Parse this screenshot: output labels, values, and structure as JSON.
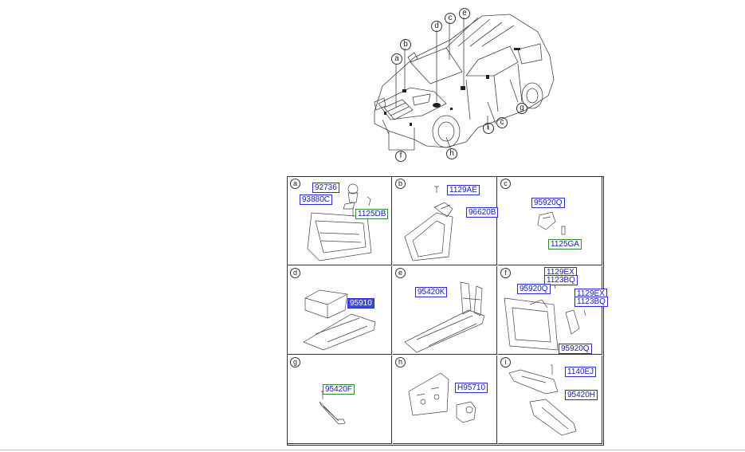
{
  "callouts": [
    "a",
    "b",
    "c",
    "d",
    "e",
    "f",
    "g",
    "h",
    "i",
    "c"
  ],
  "cells": [
    {
      "letter": "a",
      "parts": [
        {
          "code": "92736"
        },
        {
          "code": "93880C"
        },
        {
          "code": "1125DB"
        }
      ]
    },
    {
      "letter": "b",
      "parts": [
        {
          "code": "1129AE"
        },
        {
          "code": "96620B"
        }
      ]
    },
    {
      "letter": "c",
      "parts": [
        {
          "code": "95920Q"
        },
        {
          "code": "1125GA"
        }
      ]
    },
    {
      "letter": "d",
      "parts": [
        {
          "code": "95910"
        }
      ]
    },
    {
      "letter": "e",
      "parts": [
        {
          "code": "95420K"
        }
      ]
    },
    {
      "letter": "f",
      "parts": [
        {
          "code": "1129EX"
        },
        {
          "code": "1123BQ"
        },
        {
          "code": "95920Q"
        },
        {
          "code": "1129EX"
        },
        {
          "code": "1123BQ"
        },
        {
          "code": "95920Q"
        }
      ]
    },
    {
      "letter": "g",
      "parts": [
        {
          "code": "95420F"
        }
      ]
    },
    {
      "letter": "h",
      "parts": [
        {
          "code": "H95710"
        }
      ]
    },
    {
      "letter": "i",
      "parts": [
        {
          "code": "1140EJ"
        },
        {
          "code": "95420H"
        }
      ]
    }
  ],
  "colors": {
    "part_border": "#2b2bd6",
    "part_text": "#1a1aa6",
    "highlight": "#3a4bd8",
    "alt_border": "#2d8a2d"
  }
}
